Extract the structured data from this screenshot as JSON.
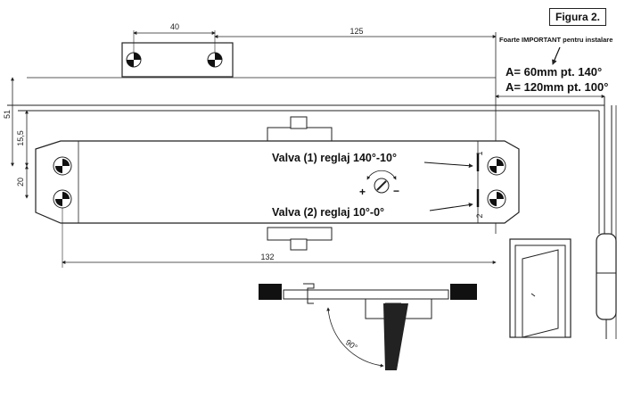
{
  "figure_label": "Figura 2.",
  "note": "Foarte IMPORTANT pentru instalare",
  "a_60": "A= 60mm pt. 140°",
  "a_120": "A= 120mm pt. 100°",
  "valve_1": "Valva (1) reglaj 140°-10°",
  "valve_2": "Valva (2) reglaj 10°-0°",
  "plus": "+",
  "minus": "−",
  "dimensions": {
    "d40": "40",
    "d125": "125",
    "d51": "51",
    "d15_5": "15,5",
    "d20": "20",
    "d132": "132",
    "angle": "90°"
  },
  "marks": {
    "one": "1",
    "two": "2"
  }
}
